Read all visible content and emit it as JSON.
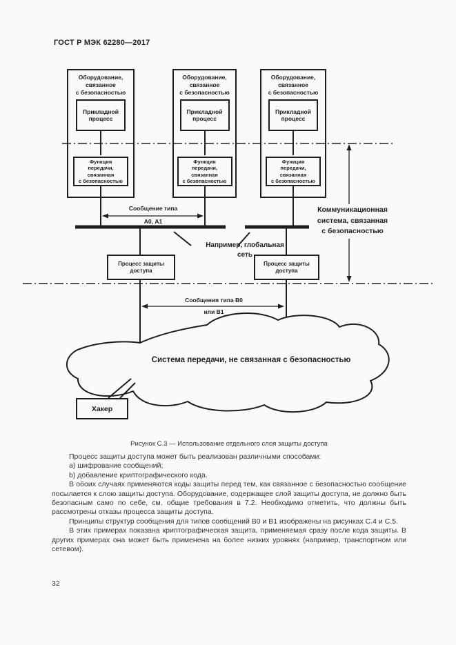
{
  "page": {
    "header": "ГОСТ Р МЭК 62280—2017",
    "page_number": "32",
    "colors": {
      "paper": "#fafafa",
      "ink": "#1d1d1d"
    }
  },
  "diagram": {
    "equipment": [
      "Оборудование,",
      "связанное",
      "с безопасностью"
    ],
    "app_process": [
      "Прикладной",
      "процесс"
    ],
    "transfer_function": [
      "Функция",
      "передачи,",
      "связанная",
      "с безопасностью"
    ],
    "message_a": [
      "Сообщение типа",
      "А0, А1"
    ],
    "comm_system": [
      "Коммуникационная",
      "система, связанная",
      "с безопасностью"
    ],
    "global_network": [
      "Например, глобальная",
      "сеть"
    ],
    "access_protection": [
      "Процесс защиты",
      "доступа"
    ],
    "message_b": [
      "Сообщения типа В0",
      "или В1"
    ],
    "cloud": "Система передачи, не связанная с безопасностью",
    "hacker": "Хакер"
  },
  "caption": "Рисунок С.3 — Использование отдельного слоя защиты доступа",
  "body": {
    "paragraphs": [
      "Процесс защиты доступа может быть реализован различными способами:",
      "a) шифрование сообщений;",
      "b) добавление криптографического кода.",
      "В обоих случаях применяются коды защиты перед тем, как связанное с безопасностью сообщение посылается к слою защиты доступа. Оборудование, содержащее слой защиты доступа, не должно быть безопасным само по себе, см. общие требования в 7.2. Необходимо отметить, что должны быть рассмотрены отказы процесса защиты доступа.",
      "Принципы структур сообщения для типов сообщений В0 и В1 изображены на рисунках С.4 и С.5.",
      "В этих примерах показана криптографическая защита, применяемая сразу после кода защиты. В других примерах она может быть применена на более низких уровнях (например, транспортном или сетевом)."
    ]
  }
}
